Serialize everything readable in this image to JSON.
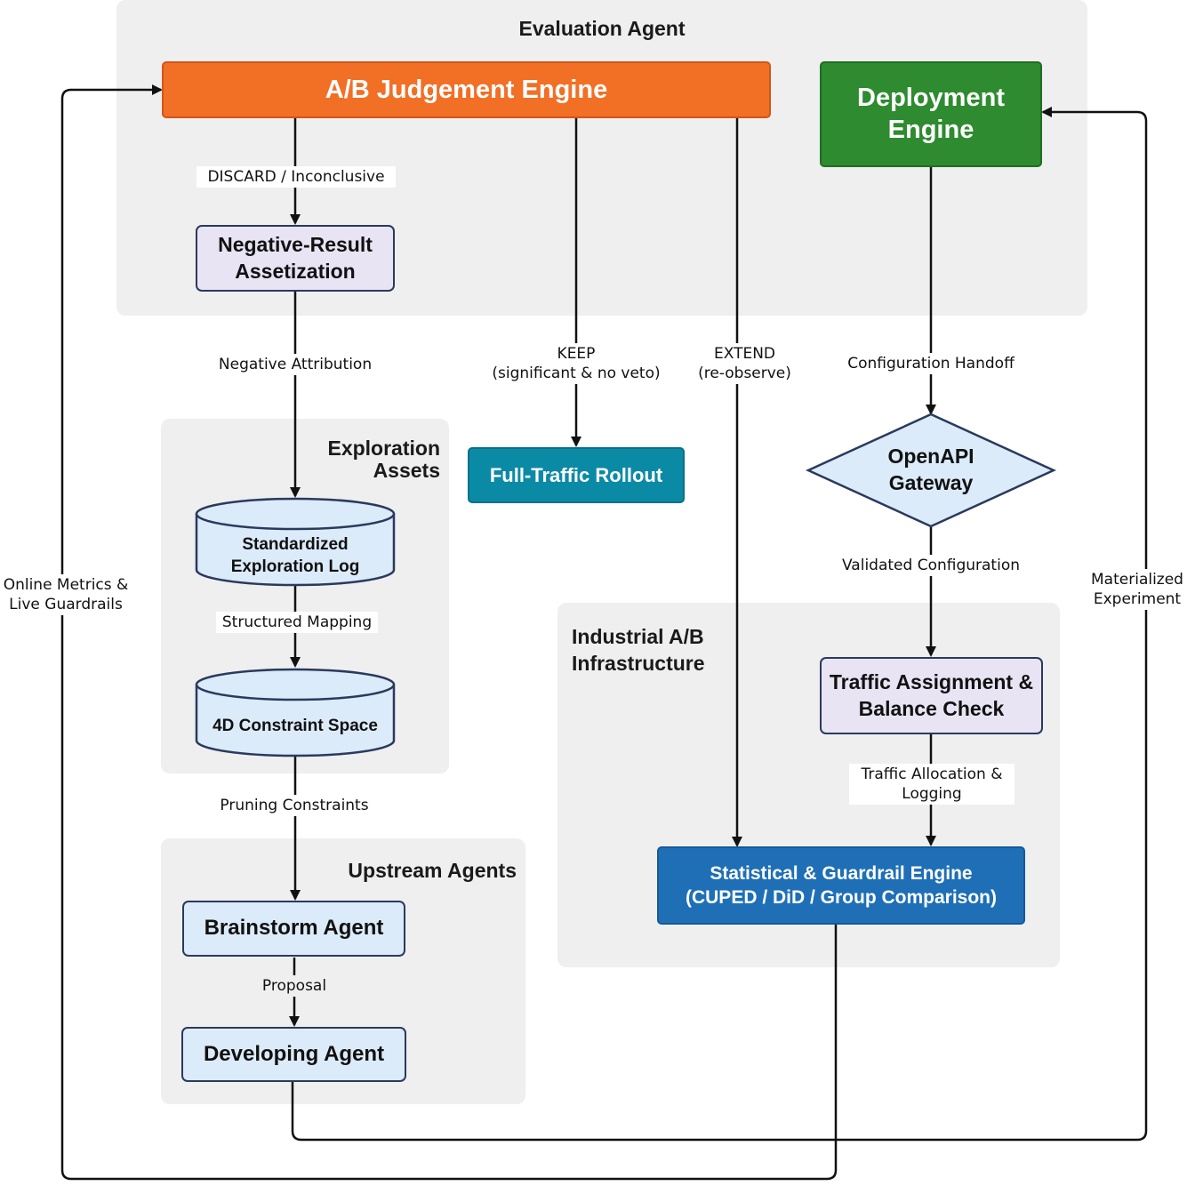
{
  "groups": {
    "evaluation": "Evaluation Agent",
    "exploration": "Exploration\nAssets",
    "industrial": "Industrial A/B\nInfrastructure",
    "upstream": "Upstream Agents"
  },
  "nodes": {
    "ab_judgement": "A/B Judgement Engine",
    "deployment": "Deployment\nEngine",
    "negative_result": "Negative-Result\nAssetization",
    "full_traffic": "Full-Traffic Rollout",
    "openapi": "OpenAPI\nGateway",
    "exploration_log": "Standardized\nExploration Log",
    "constraint_space": "4D Constraint Space",
    "traffic_assignment": "Traffic Assignment &\nBalance Check",
    "statistical": "Statistical & Guardrail Engine\n(CUPED / DiD / Group Comparison)",
    "brainstorm": "Brainstorm Agent",
    "developing": "Developing Agent"
  },
  "edges": {
    "discard": "DISCARD / Inconclusive",
    "negative_attribution": "Negative Attribution",
    "keep": "KEEP\n(significant & no veto)",
    "extend": "EXTEND\n(re-observe)",
    "config_handoff": "Configuration Handoff",
    "validated_config": "Validated Configuration",
    "structured_mapping": "Structured Mapping",
    "pruning": "Pruning Constraints",
    "traffic_allocation": "Traffic Allocation &\nLogging",
    "proposal": "Proposal",
    "online_metrics": "Online Metrics &\nLive Guardrails",
    "materialized": "Materialized\nExperiment"
  },
  "colors": {
    "orange": "#f26f26",
    "green": "#2e8b2f",
    "teal": "#0b8aa6",
    "blue": "#1f6fb6",
    "lavender": "#e8e4f4",
    "lightblue": "#dcebf9",
    "navy": "#2a3a5e"
  }
}
